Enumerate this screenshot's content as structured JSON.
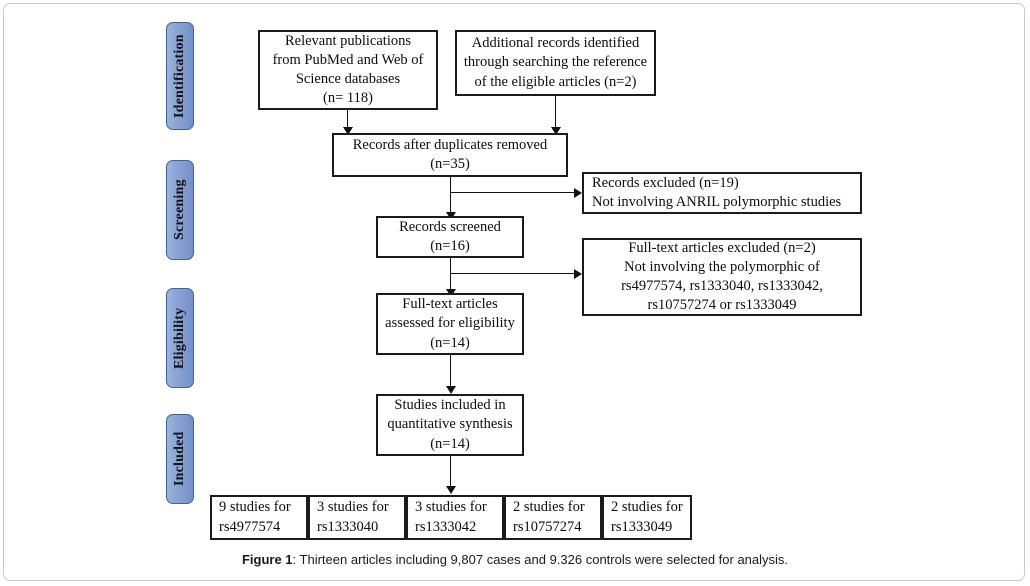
{
  "figure": {
    "caption_label": "Figure 1",
    "caption_text": ": Thirteen articles including 9,807 cases and 9.326 controls were selected for analysis."
  },
  "stages": [
    {
      "label": "Identification"
    },
    {
      "label": "Screening"
    },
    {
      "label": "Eligibility"
    },
    {
      "label": "Included"
    }
  ],
  "boxes": {
    "source_databases": {
      "line1": "Relevant publications",
      "line2": "from PubMed and Web of",
      "line3": "Science databases",
      "line4": "(n= 118)"
    },
    "additional_records": {
      "line1": "Additional records identified",
      "line2": "through searching the reference",
      "line3": "of the eligible articles (n=2)"
    },
    "duplicates_removed": {
      "line1": "Records after duplicates removed",
      "line2": "(n=35)"
    },
    "records_screened": {
      "line1": "Records screened",
      "line2": "(n=16)"
    },
    "records_excluded": {
      "line1": "Records excluded (n=19)",
      "line2": "Not involving ANRIL  polymorphic studies"
    },
    "fulltext_assessed": {
      "line1": "Full-text articles",
      "line2": "assessed for eligibility",
      "line3": "(n=14)"
    },
    "fulltext_excluded": {
      "line1": "Full-text articles excluded (n=2)",
      "line2": "Not involving the polymorphic of",
      "line3": "rs4977574, rs1333040, rs1333042,",
      "line4": "rs10757274 or rs1333049"
    },
    "studies_included": {
      "line1": "Studies included in",
      "line2": "quantitative synthesis",
      "line3": "(n=14)"
    }
  },
  "snp_boxes": [
    {
      "count_line": "9 studies for",
      "snp": "rs4977574"
    },
    {
      "count_line": "3 studies for",
      "snp": "rs1333040"
    },
    {
      "count_line": "3 studies for",
      "snp": "rs1333042"
    },
    {
      "count_line": "2 studies for",
      "snp": "rs10757274"
    },
    {
      "count_line": "2 studies for",
      "snp": "rs1333049"
    }
  ],
  "colors": {
    "stage_badge_fill": "#8aa4d4",
    "stage_badge_border": "#41619c",
    "box_border": "#1b1b1b",
    "connector": "#111111",
    "frame": "#c9c9c9"
  }
}
